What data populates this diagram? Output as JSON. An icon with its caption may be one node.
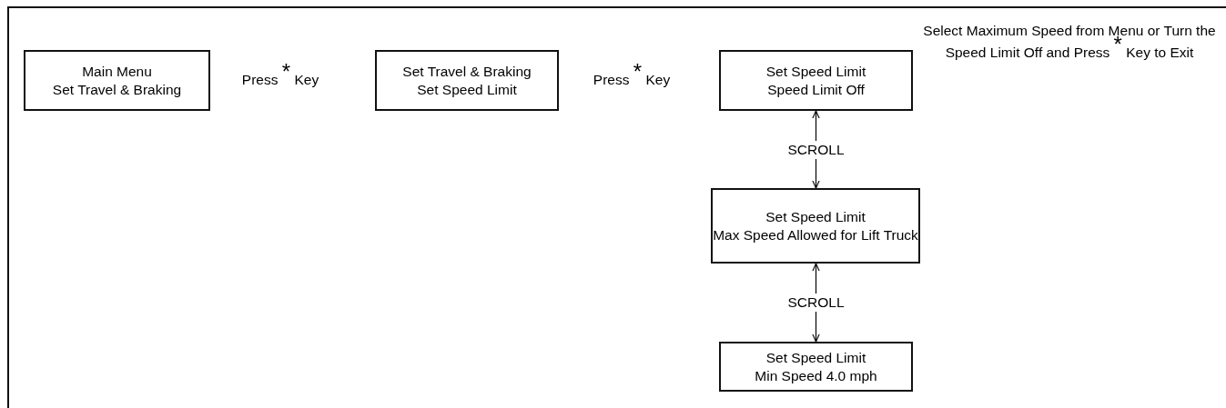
{
  "diagram": {
    "nodes": [
      {
        "text": [
          "Main Menu",
          "Set Travel & Braking"
        ]
      },
      {
        "text": [
          "Set Travel & Braking",
          "Set Speed Limit"
        ]
      },
      {
        "text": [
          "Set Speed Limit",
          "Speed Limit Off"
        ]
      },
      {
        "text": [
          "Set Speed Limit",
          "Max Speed Allowed for Lift Truck"
        ]
      },
      {
        "text": [
          "Set Speed Limit",
          "Min Speed 4.0 mph"
        ]
      }
    ],
    "edges": [
      {
        "from": 3,
        "to": 2,
        "arrow": "both",
        "label": "SCROLL"
      },
      {
        "from": 4,
        "to": 3,
        "arrow": "both",
        "label": "SCROLL"
      }
    ],
    "labels": [
      "Press $^{*}$ Key",
      "Press $^{*}$ Key",
      "Select Maximum Speed from Menu or Turn the Speed Limit Off and Press $^{*}$ Key to Exit"
    ]
  }
}
